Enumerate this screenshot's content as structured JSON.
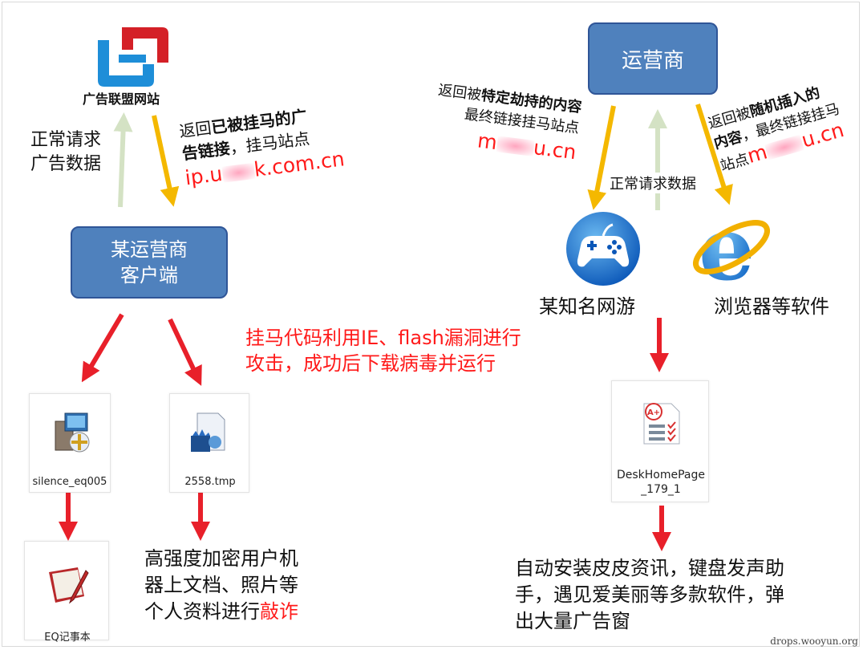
{
  "colors": {
    "box_fill": "#4f81bd",
    "box_border": "#2f5597",
    "accent_red": "#ff1a1a",
    "arrow_red": "#e8202a",
    "arrow_yellow": "#f4b800",
    "arrow_green": "#d4e2c4"
  },
  "top_left": {
    "logo_label": "广告联盟网站",
    "normal_request": [
      "正常请求",
      "广告数据"
    ],
    "return_pre": "返回",
    "return_bold1": "已被挂马的广",
    "return_bold2": "告链接",
    "return_post": "，挂马站点",
    "url_a": "ip.u",
    "url_b": "k.com.cn"
  },
  "client_box": [
    "某运营商",
    "客户端"
  ],
  "isp_box": "运营商",
  "middle_note": [
    "挂马代码利用IE、flash漏洞进行",
    "攻击，成功后下载病毒并运行"
  ],
  "right": {
    "game_return_pre": "返回被",
    "game_return_bold": "特定劫持的内容",
    "game_return_line2": "最终链接挂马站点",
    "game_url_a": "m",
    "game_url_b": "u.cn",
    "normal_request": "正常请求数据",
    "ie_return_pre": "返回被",
    "ie_return_bold": "随机插入的",
    "ie_return_bold2": "内容",
    "ie_return_post": "，最终链接挂马",
    "ie_return_line3": "站点",
    "ie_url_a": "m",
    "ie_url_b": "u.cn",
    "game_label": "某知名网游",
    "browser_label": "浏览器等软件"
  },
  "files": {
    "silence": "silence_eq005",
    "tmp": "2558.tmp",
    "eq": "EQ记事本",
    "deskhome": [
      "DeskHomePage",
      "_179_1"
    ]
  },
  "outcomes": {
    "left": [
      "高强度加密用户机",
      "器上文档、照片等"
    ],
    "left_line3_pre": "个人资料进行",
    "left_line3_red": "敲诈",
    "right": [
      "自动安装皮皮资讯，键盘发声助",
      "手，遇见爱美丽等多款软件，弹",
      "出大量广告窗"
    ]
  },
  "footer": "drops.wooyun.org"
}
